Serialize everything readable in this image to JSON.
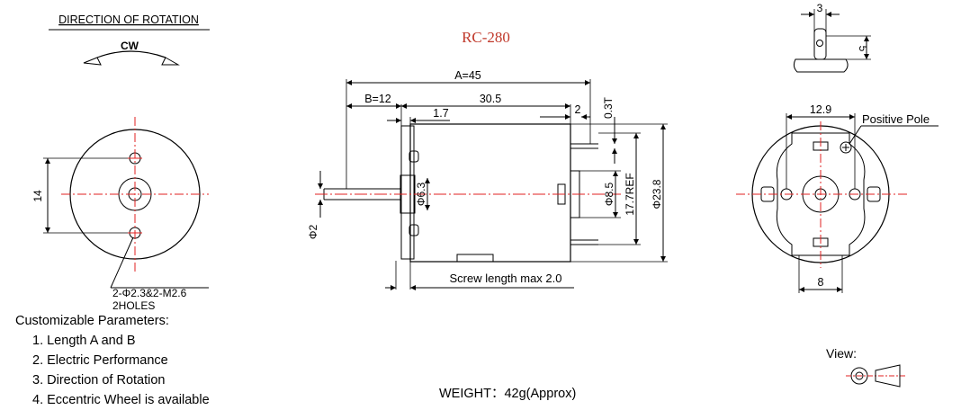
{
  "model": "RC-280",
  "direction": {
    "title": "DIRECTION OF ROTATION",
    "arrow": "CW"
  },
  "front_left": {
    "dim_holes": "14",
    "holes_note_1": "2-Φ2.3&2-M2.6",
    "holes_note_2": "2HOLES"
  },
  "side": {
    "dim_A": "A=45",
    "dim_B": "B=12",
    "dim_body": "30.5",
    "dim_flange": "1.7",
    "dim_terminal": "2",
    "dim_terminal_thick": "0.3T",
    "dim_shaft": "Φ2",
    "dim_boss": "Φ6.3",
    "dim_bearing": "Φ8.5",
    "dim_ref": "17.7REF",
    "dim_dia": "Φ23.8",
    "screw_note": "Screw length max 2.0"
  },
  "terminal_view": {
    "dim_width": "3",
    "dim_height": "5"
  },
  "rear": {
    "dim_span": "12.9",
    "dim_bottom": "8",
    "positive_pole": "Positive Pole"
  },
  "params": {
    "heading": "Customizable Parameters:",
    "items": [
      "1. Length A and B",
      "2. Electric Performance",
      "3. Direction of Rotation",
      "4. Eccentric Wheel is available"
    ]
  },
  "weight": "WEIGHT：42g(Approx)",
  "view_label": "View:",
  "colors": {
    "line": "#000000",
    "centerline": "#e02020",
    "model": "#c0392b"
  }
}
